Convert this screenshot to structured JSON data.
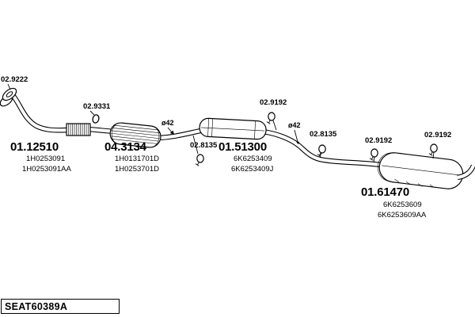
{
  "drawing_code": "SEAT60389A",
  "annotations": {
    "pipe_diameter_1": "ø42",
    "pipe_diameter_2": "ø42"
  },
  "parts": {
    "front_flange": {
      "pn": "02.9222"
    },
    "front_pipe": {
      "pn": "01.12510",
      "refs": [
        "1H0253091",
        "1H0253091AA"
      ]
    },
    "mount_ring": {
      "pn": "02.9331"
    },
    "catalytic_converter": {
      "pn": "04.3134",
      "refs": [
        "1H0131701D",
        "1H0253701D"
      ]
    },
    "clamp_center": {
      "pn": "02.8135"
    },
    "center_muffler": {
      "pn": "01.51300",
      "refs": [
        "6K6253409",
        "6K6253409J"
      ]
    },
    "hanger_center": {
      "pn": "02.9192"
    },
    "clamp_rear_pipe": {
      "pn": "02.8135"
    },
    "hanger_rear_1": {
      "pn": "02.9192"
    },
    "hanger_rear_2": {
      "pn": "02.9192"
    },
    "rear_muffler": {
      "pn": "01.61470",
      "refs": [
        "6K6253609",
        "6K6253609AA"
      ]
    }
  }
}
